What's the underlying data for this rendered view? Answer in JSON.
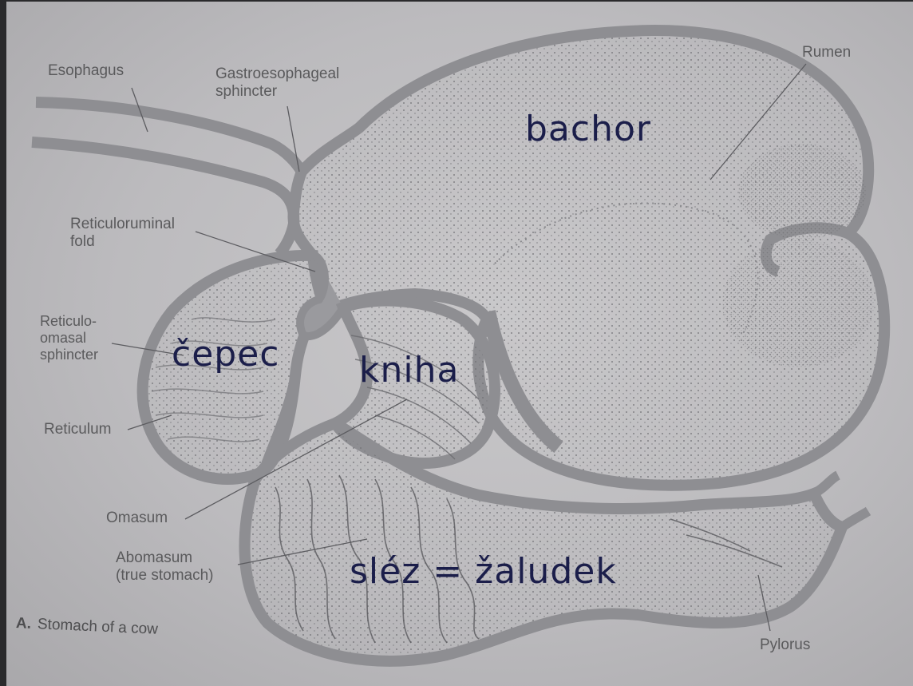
{
  "labels": {
    "esophagus": "Esophagus",
    "gastroesophageal_sphincter": "Gastroesophageal\nsphincter",
    "rumen": "Rumen",
    "reticuloruminal_fold": "Reticuloruminal\nfold",
    "reticulo_omasal_sphincter": "Reticulo-\nomasal\nsphincter",
    "reticulum": "Reticulum",
    "omasum": "Omasum",
    "abomasum": "Abomasum\n(true stomach)",
    "pylorus": "Pylorus"
  },
  "overlay_labels": {
    "bachor": "bachor",
    "cepec": "čepec",
    "kniha": "kniha",
    "slez_zaludek": "sléz = žaludek"
  },
  "caption": {
    "letter": "A.",
    "text": "Stomach of a cow"
  },
  "colors": {
    "overlay_text": "#1b1e4a",
    "printed_text": "#5a5a5c",
    "wall": "#8e8e92",
    "paper": "#c9c8ca"
  }
}
